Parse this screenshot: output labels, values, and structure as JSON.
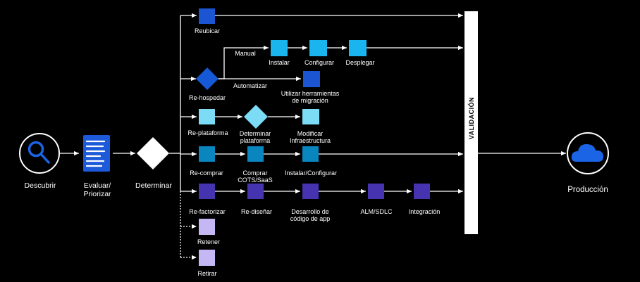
{
  "colors": {
    "background": "#000000",
    "blue_dark": "#1558d6",
    "cyan": "#18b6ef",
    "cyan_light": "#7fdcf5",
    "teal": "#0a84bd",
    "purple": "#4434b0",
    "lavender": "#c5b8f5",
    "white": "#ffffff"
  },
  "stages": {
    "discover": "Descubrir",
    "evaluate": "Evaluar/\nPriorizar",
    "determine": "Determinar",
    "validation": "VALIDACIÓN",
    "production": "Producción"
  },
  "icons": {
    "discover": "search-icon",
    "evaluate": "document-list-icon",
    "production": "cloud-icon"
  },
  "paths": {
    "rehost_manual": "Manual",
    "rehost_auto": "Automatizar"
  },
  "strategies": {
    "relocate": {
      "name": "Reubicar"
    },
    "rehost": {
      "name": "Re-hospedar",
      "steps": [
        "Instalar",
        "Configurar",
        "Desplegar",
        "Utilizar herramientas\nde migración"
      ]
    },
    "replatform": {
      "name": "Re-plataforma",
      "steps": [
        "Determinar\nplataforma",
        "Modificar\nInfraestructura"
      ]
    },
    "repurchase": {
      "name": "Re-comprar",
      "steps": [
        "Comprar\nCOTS/SaaS",
        "Instalar/Configurar"
      ]
    },
    "refactor": {
      "name": "Re-factorizar",
      "steps": [
        "Re-diseñar",
        "Desarrollo de\ncódigo de app",
        "ALM/SDLC",
        "Integración"
      ]
    },
    "retain": {
      "name": "Retener"
    },
    "retire": {
      "name": "Retirar"
    }
  }
}
